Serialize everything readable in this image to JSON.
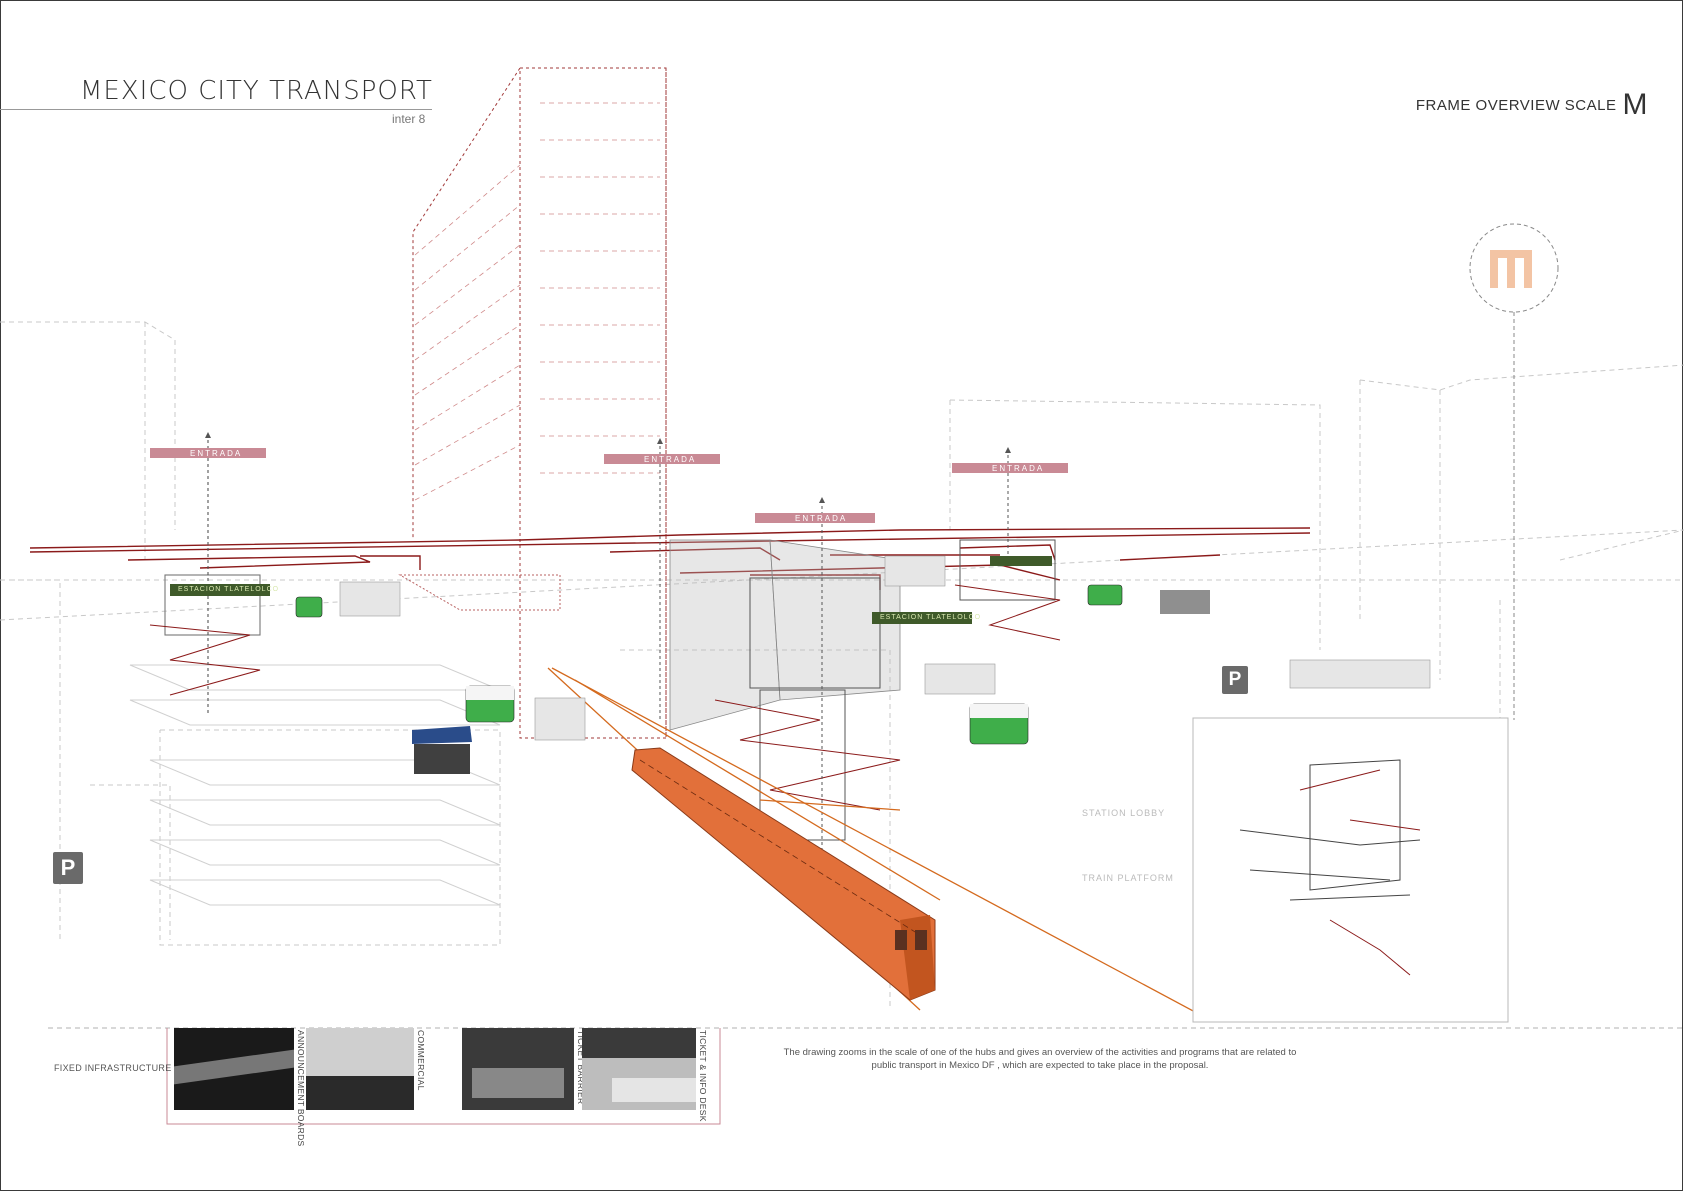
{
  "header": {
    "title": "MEXICO CITY TRANSPORT",
    "subtitle": "inter 8",
    "scale_title": "FRAME OVERVIEW SCALE",
    "scale_letter": "M"
  },
  "signs": {
    "entrance": "ENTRADA",
    "station": "ESTACION TLATELOLCO"
  },
  "parking_symbol": "P",
  "levels": {
    "station_lobby": "STATION LOBBY",
    "train_platform": "TRAIN PLATFORM"
  },
  "footer": {
    "infrastructure_label": "FIXED INFRASTRUCTURE",
    "photo_labels": [
      "ANNOUNCEMENT BOARDS",
      "COMMERCIAL",
      "TICKET BARRIER",
      "TICKET & INFO DESK"
    ],
    "caption": "The drawing zooms in the scale of one of the hubs and gives an overview of the activities and programs that are related to public transport in Mexico DF , which are expected to take place in the proposal."
  },
  "colors": {
    "dark_red_lines": "#8b1a1a",
    "train_orange": "#e2703a",
    "metro_logo": "#f3c4a4",
    "minibus_green": "#3fae4a",
    "entrance_sign": "#c98a95"
  }
}
